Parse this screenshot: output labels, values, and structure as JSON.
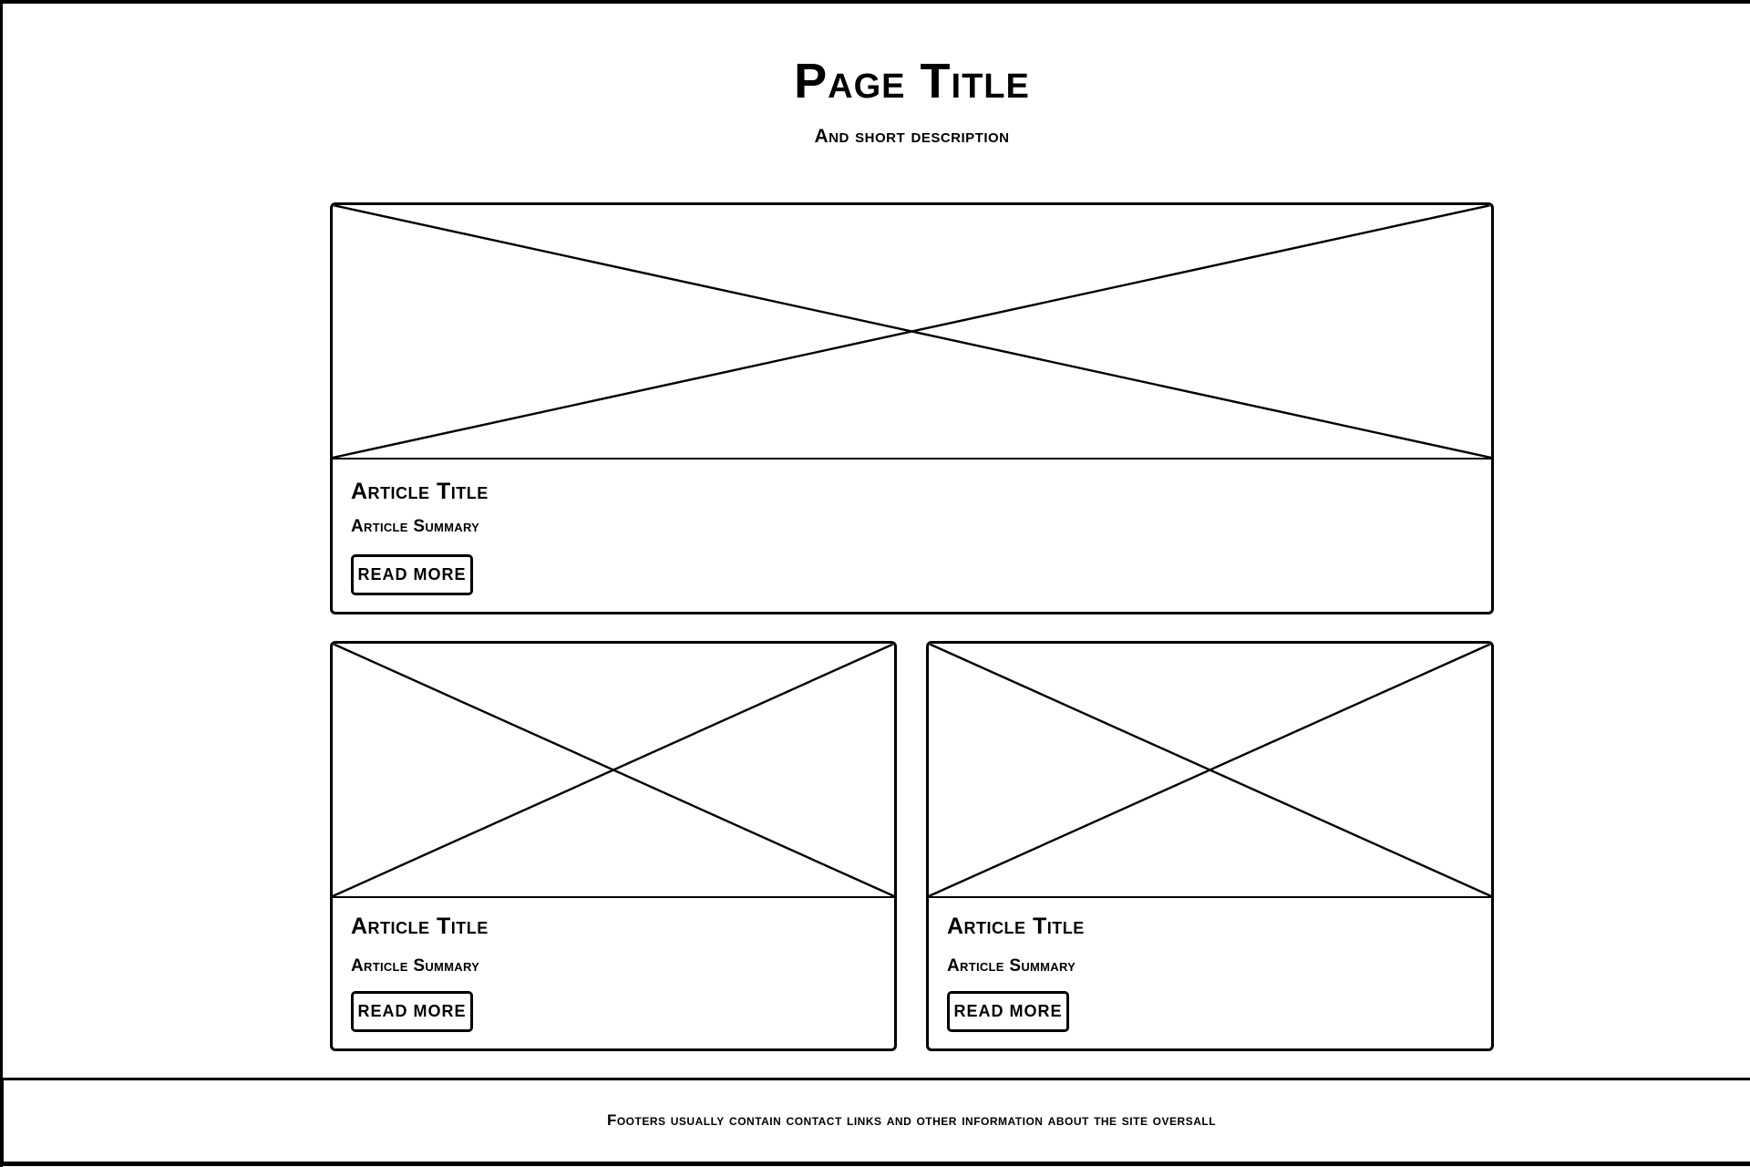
{
  "header": {
    "title": "Page Title",
    "description": "And short description"
  },
  "articles": [
    {
      "title": "Article Title",
      "summary": "Article Summary",
      "button_label": "READ MORE"
    },
    {
      "title": "Article Title",
      "summary": "Article Summary",
      "button_label": "READ MORE"
    },
    {
      "title": "Article Title",
      "summary": "Article Summary",
      "button_label": "READ MORE"
    }
  ],
  "footer": {
    "text": "Footers usually contain contact links and other information about the site oversall"
  },
  "icons": {
    "image_placeholder": "crossed-box-icon"
  },
  "colors": {
    "ink": "#000000",
    "background": "#ffffff"
  }
}
